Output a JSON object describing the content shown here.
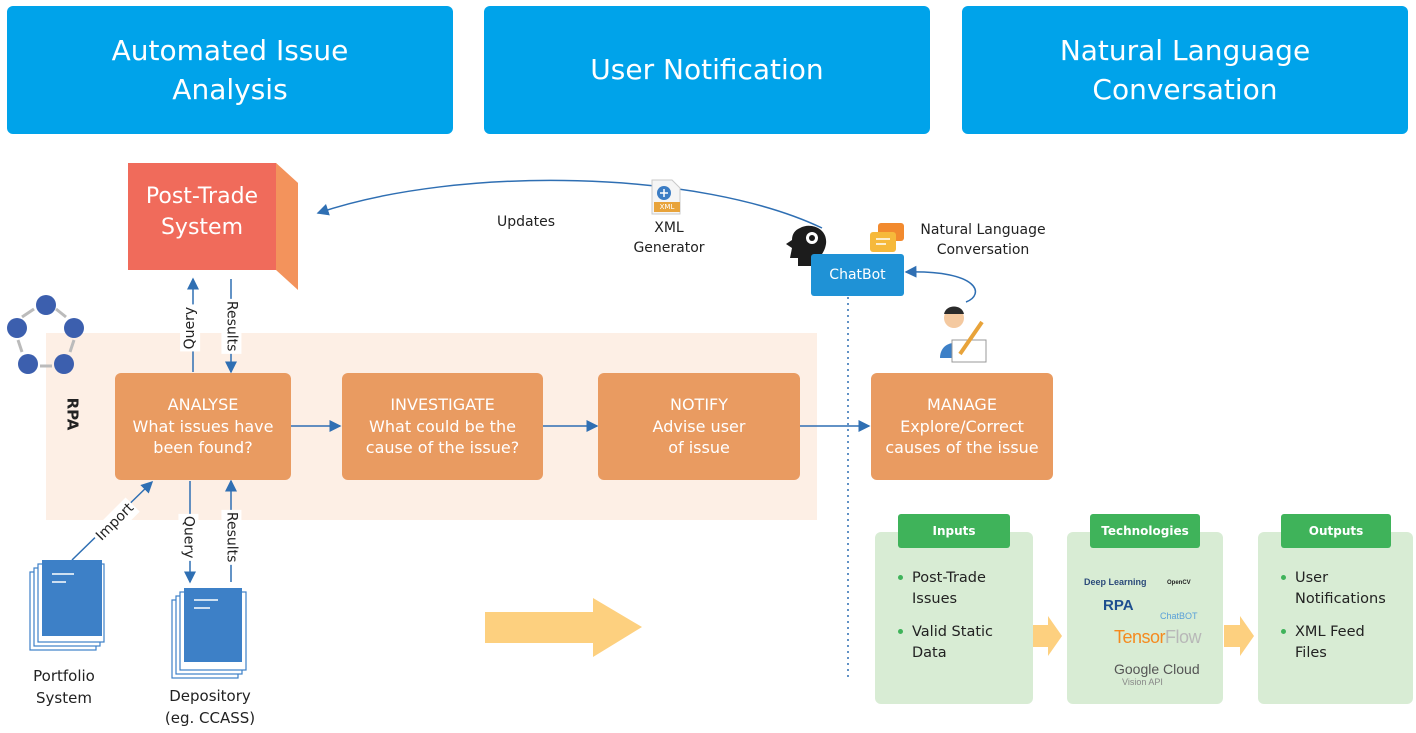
{
  "banners": [
    {
      "text": "Automated Issue\nAnalysis"
    },
    {
      "text": "User Notification"
    },
    {
      "text": "Natural Language\nConversation"
    }
  ],
  "post_trade": {
    "text": "Post-Trade\nSystem",
    "front_color": "#f06b5b",
    "side_color": "#f3935c"
  },
  "rpa_label": "RPA",
  "steps": [
    {
      "title": "ANALYSE",
      "desc": "What issues have\nbeen found?"
    },
    {
      "title": "INVESTIGATE",
      "desc": "What could be the\ncause of the issue?"
    },
    {
      "title": "NOTIFY",
      "desc": "Advise user\nof issue"
    },
    {
      "title": "MANAGE",
      "desc": "Explore/Correct\ncauses of the issue"
    }
  ],
  "arrow_labels": {
    "query": "Query",
    "results": "Results",
    "import": "Import",
    "updates": "Updates"
  },
  "xml": {
    "icon_text": "XML",
    "label": "XML\nGenerator"
  },
  "chatbot": {
    "label": "ChatBot",
    "conversation": "Natural Language\nConversation"
  },
  "documents": [
    {
      "label": "Portfolio\nSystem"
    },
    {
      "label": "Depository\n(eg. CCASS)"
    }
  ],
  "panels": [
    {
      "tag": "Inputs",
      "items": [
        "Post-Trade\nIssues",
        "Valid Static\nData"
      ]
    },
    {
      "tag": "Technologies"
    },
    {
      "tag": "Outputs",
      "items": [
        "User\nNotifications",
        "XML Feed\nFiles"
      ]
    }
  ],
  "technologies": {
    "deep_learning": "Deep Learning",
    "opencv": "OpenCV",
    "rpa": "RPA",
    "chatbot": "ChatBOT",
    "tensorflow_a": "Tensor",
    "tensorflow_b": "Flow",
    "google_cloud": "Google Cloud",
    "vision_api": "Vision API"
  },
  "colors": {
    "banner": "#00a3ea",
    "step": "#e99b61",
    "band": "#fdefe5",
    "connector": "#2f6fb3",
    "panel": "#d8ecd4",
    "tag": "#3fb35a",
    "big_arrow": "#fdd07f"
  }
}
